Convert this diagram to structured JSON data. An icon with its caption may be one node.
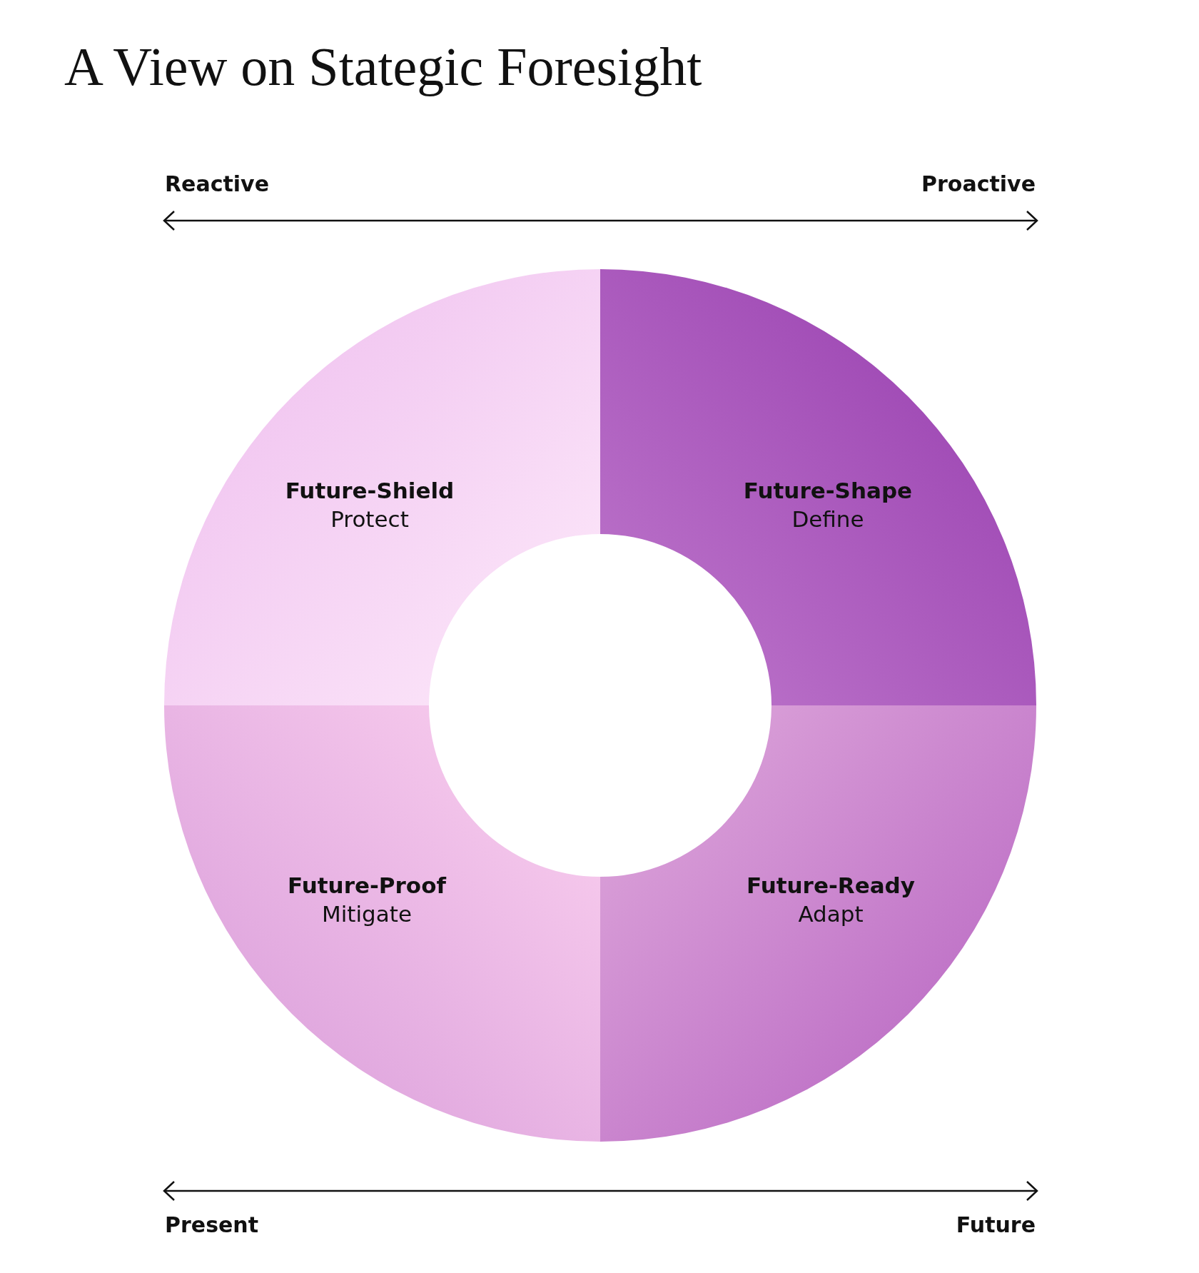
{
  "diagram": {
    "title": "A View on Stategic Foresight",
    "nodes": [
      {
        "text": [
          "Future-Shield",
          "Protect"
        ]
      },
      {
        "text": [
          "Future-Shape",
          "Define"
        ]
      },
      {
        "text": [
          "Future-Proof",
          "Mitigate"
        ]
      },
      {
        "text": [
          "Future-Ready",
          "Adapt"
        ]
      }
    ],
    "labels": [
      "Reactive",
      "Proactive",
      "Present",
      "Future"
    ]
  }
}
